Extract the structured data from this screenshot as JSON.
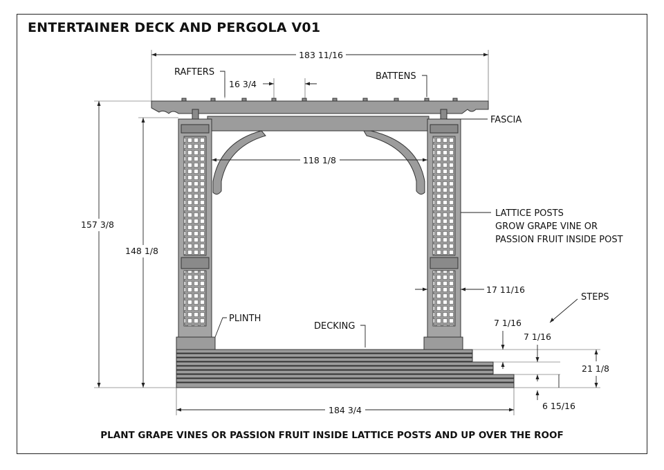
{
  "title": "ENTERTAINER DECK AND PERGOLA V01",
  "footer_note": "PLANT GRAPE VINES OR PASSION FRUIT INSIDE LATTICE POSTS AND UP OVER THE ROOF",
  "labels": {
    "rafters": "RAFTERS",
    "battens": "BATTENS",
    "fascia": "FASCIA",
    "lattice_line1": "LATTICE POSTS",
    "lattice_line2": "GROW GRAPE VINE OR",
    "lattice_line3": "PASSION FRUIT INSIDE POST",
    "plinth": "PLINTH",
    "decking": "DECKING",
    "steps": "STEPS"
  },
  "dimensions": {
    "overall_width_top": "183 11/16",
    "rafter_spacing": "16 3/4",
    "inner_span": "118 1/8",
    "overall_height": "157 3/8",
    "post_height": "148 1/8",
    "post_width": "17 11/16",
    "step_rise_1": "7 1/16",
    "step_rise_2": "7 1/16",
    "deck_height": "21 1/8",
    "bottom_step": "6 15/16",
    "overall_width_bottom": "184 3/4"
  },
  "colors": {
    "wood": "#9c9c9c",
    "outline": "#333333",
    "background": "#ffffff"
  }
}
